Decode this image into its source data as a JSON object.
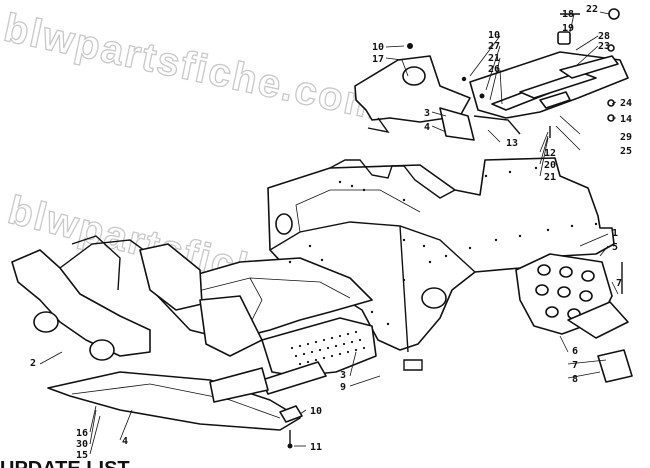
{
  "watermark": {
    "top": "blwpartsfiche.com",
    "bottom": "blwpartsfiche"
  },
  "title_fragment": "UPDATE LIST",
  "callouts": [
    "10",
    "17",
    "3",
    "4",
    "13",
    "18",
    "19",
    "22",
    "10",
    "27",
    "21",
    "26",
    "28",
    "23",
    "24",
    "14",
    "29",
    "12",
    "20",
    "21",
    "25",
    "1",
    "5",
    "7",
    "6",
    "7",
    "8",
    "3",
    "9",
    "2",
    "16",
    "30",
    "4",
    "15",
    "10",
    "11"
  ]
}
